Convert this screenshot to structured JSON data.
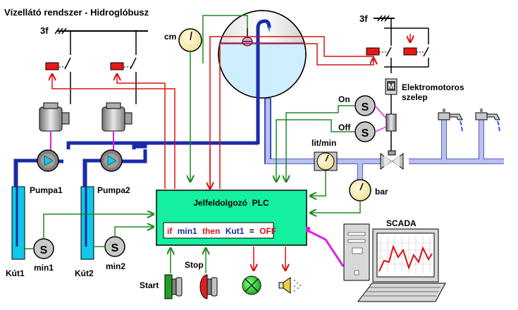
{
  "title": "Vízellátó rendszer - Hidroglóbusz",
  "labels": {
    "supply_left": "3f",
    "supply_right": "3f",
    "gauge_cm": "cm",
    "motor_valve_letter": "M",
    "motor_valve_line1": "Elektromotoros",
    "motor_valve_line2": "szelep",
    "on": "On",
    "off": "Off",
    "flow_unit": "lit/min",
    "pressure_unit": "bar",
    "pump1": "Pumpa1",
    "pump2": "Pumpa2",
    "well1": "Kút1",
    "well2": "Kút2",
    "sensor_min1": "min1",
    "sensor_min2": "min2",
    "sensor_symbol": "S",
    "start": "Start",
    "stop": "Stop",
    "scada": "SCADA"
  },
  "plc": {
    "title": "Jelfeldolgozó  PLC",
    "rule": {
      "kw_if": "if",
      "var_min1": "min1",
      "kw_then": "then",
      "var_kut1": "Kut1",
      "op": "=",
      "val": "OFF"
    }
  },
  "colors": {
    "water": "#1a2ba8",
    "water_tank": "#cfefff",
    "signal_in": "#1e8a1e",
    "signal_out": "#dd1111",
    "plc_fill": "#13f0a0",
    "pipe_light": "#b8c0f0",
    "link": "#e020e0"
  }
}
